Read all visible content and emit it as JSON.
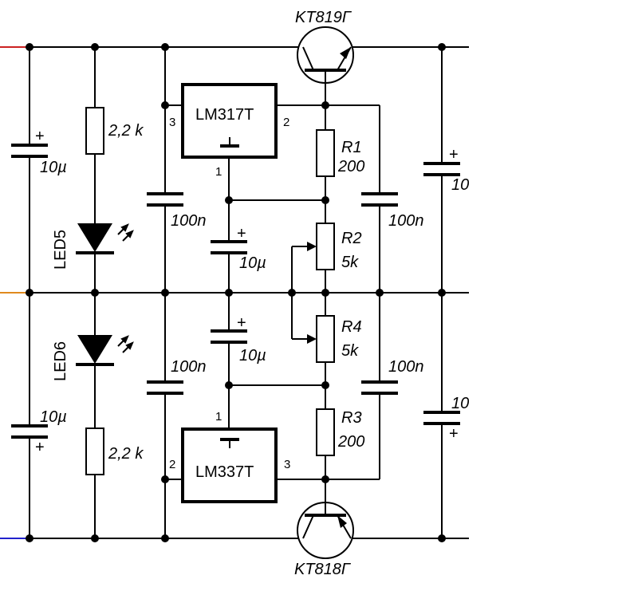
{
  "transistors": {
    "top": "KT819Г",
    "bottom": "KT818Г"
  },
  "regulators": {
    "upper": {
      "name": "LM317T",
      "pin_in": "3",
      "pin_out": "2",
      "pin_adj": "1"
    },
    "lower": {
      "name": "LM337T",
      "pin_in": "3",
      "pin_out": "2",
      "pin_adj": "1"
    }
  },
  "leds": {
    "upper": "LED5",
    "lower": "LED6"
  },
  "resistors": {
    "led_upper": "2,2 k",
    "led_lower": "2,2 k",
    "r1": {
      "name": "R1",
      "value": "200"
    },
    "r2": {
      "name": "R2",
      "value": "5k"
    },
    "r3": {
      "name": "R3",
      "value": "200"
    },
    "r4": {
      "name": "R4",
      "value": "5k"
    }
  },
  "capacitors": {
    "left_upper": "10µ",
    "left_lower": "10µ",
    "c100_upper": "100n",
    "c100_lower": "100n",
    "adj_upper": "10µ",
    "adj_lower": "10µ",
    "right_upper": "100n",
    "right_lower": "100n",
    "edge_upper": "10",
    "edge_lower": "10"
  },
  "polarity": "+",
  "colors": {
    "rail_pos": "#cc2222",
    "rail_gnd": "#e08a1e",
    "rail_neg": "#2222cc",
    "ink": "#000000"
  }
}
